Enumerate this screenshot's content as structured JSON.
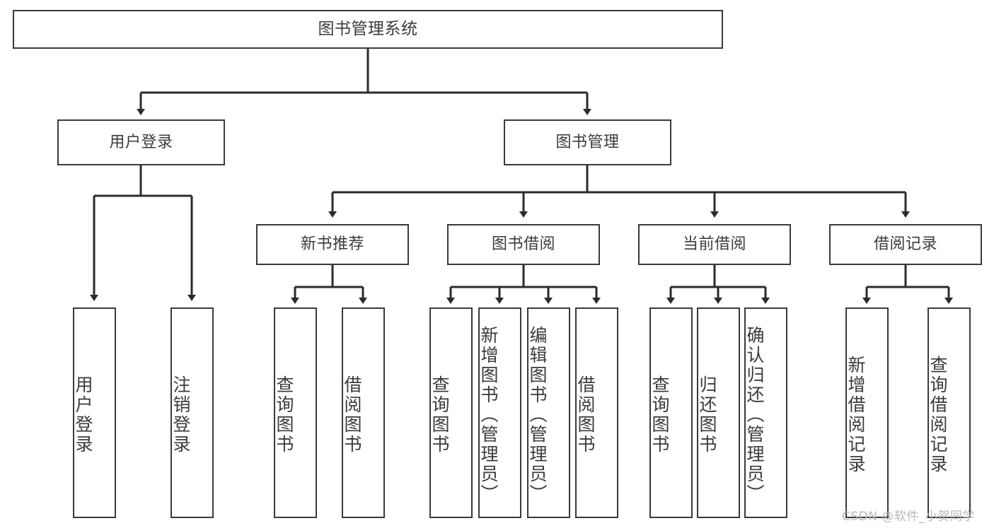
{
  "diagram": {
    "type": "tree-hierarchy",
    "title": "图书管理系统",
    "watermark": "CSDN @软件_小贺同学",
    "colors": {
      "background": "#ffffff",
      "box_border": "#3a3a3a",
      "box_fill": "#ffffff",
      "connector": "#2b2b2b",
      "text": "#3b3b3b",
      "watermark": "#b9b9b9"
    },
    "levels": {
      "level1": [
        "图书管理系统"
      ],
      "level2": [
        "用户登录",
        "图书管理"
      ],
      "level3": [
        "新书推荐",
        "图书借阅",
        "当前借阅",
        "借阅记录"
      ],
      "level4": [
        "用户登录",
        "注销登录",
        "查询图书",
        "借阅图书",
        "查询图书",
        "新增图书（管理员）",
        "编辑图书（管理员）",
        "借阅图书",
        "查询图书",
        "归还图书",
        "确认归还（管理员）",
        "新增借阅记录",
        "查询借阅记录"
      ]
    },
    "nodes": {
      "root": {
        "label": "图书管理系统"
      },
      "user_login": {
        "label": "用户登录"
      },
      "book_manage": {
        "label": "图书管理"
      },
      "new_book_rec": {
        "label": "新书推荐"
      },
      "book_borrow": {
        "label": "图书借阅"
      },
      "current_borrow": {
        "label": "当前借阅"
      },
      "borrow_record": {
        "label": "借阅记录"
      },
      "leaf_user_login": {
        "label": "用户登录"
      },
      "leaf_logout": {
        "label": "注销登录"
      },
      "leaf_query_book_a": {
        "label": "查询图书"
      },
      "leaf_borrow_book_a": {
        "label": "借阅图书"
      },
      "leaf_query_book_b": {
        "label": "查询图书"
      },
      "leaf_add_book": {
        "label": "新增图书（管理员）"
      },
      "leaf_edit_book": {
        "label": "编辑图书（管理员）"
      },
      "leaf_borrow_book_b": {
        "label": "借阅图书"
      },
      "leaf_query_book_c": {
        "label": "查询图书"
      },
      "leaf_return_book": {
        "label": "归还图书"
      },
      "leaf_confirm_return": {
        "label": "确认归还（管理员）"
      },
      "leaf_add_record": {
        "label": "新增借阅记录"
      },
      "leaf_query_record": {
        "label": "查询借阅记录"
      }
    }
  }
}
